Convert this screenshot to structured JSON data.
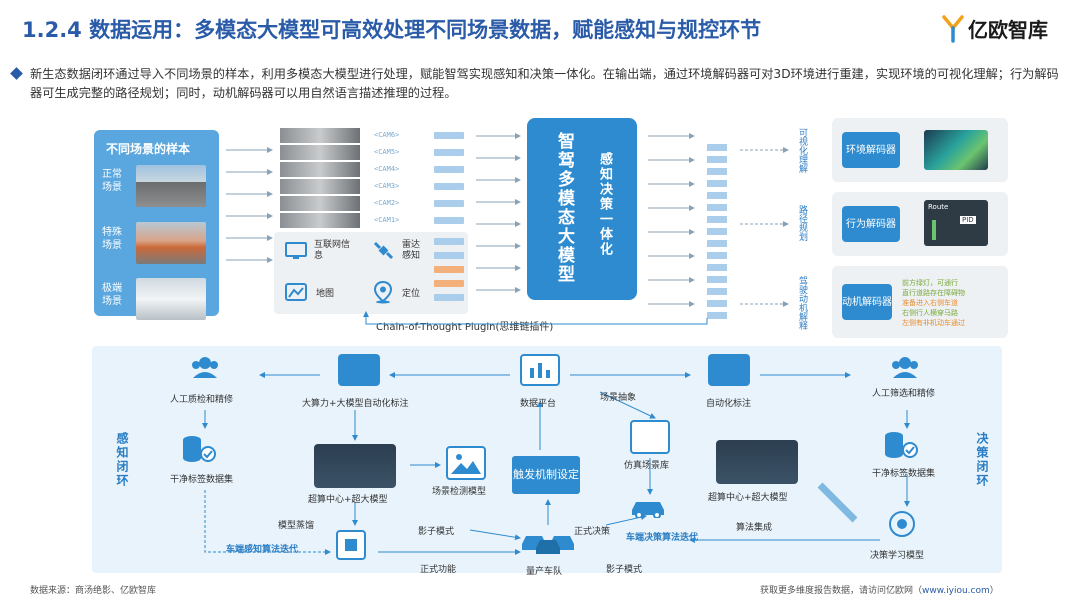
{
  "title": "1.2.4 数据运用：多模态大模型可高效处理不同场景数据，赋能感知与规控环节",
  "logo": {
    "text": "亿欧智库"
  },
  "intro": "新生态数据闭环通过导入不同场景的样本，利用多模态大模型进行处理，赋能智驾实现感知和决策一体化。在输出端，通过环境解码器可对3D环境进行重建，实现环境的可视化理解；行为解码器可生成完整的路径规划；同时，动机解码器可以用自然语言描述推理的过程。",
  "scenes": {
    "title": "不同场景的样本",
    "items": [
      {
        "label": "正常场景"
      },
      {
        "label": "特殊场景"
      },
      {
        "label": "极端场景"
      }
    ]
  },
  "cams": [
    "<CAM6>",
    "<CAM5>",
    "<CAM4>",
    "<CAM3>",
    "<CAM2>",
    "<CAM1>"
  ],
  "info": {
    "internet": "互联网信息",
    "radar": "雷达感知",
    "map": "地图",
    "location": "定位"
  },
  "model": {
    "left": "智驾多模态大模型",
    "right": "感知决策一体化"
  },
  "cot": "Chain-of-Thought Plugin(思维链插件)",
  "outputs": [
    {
      "label": "可视化理解",
      "decoder": "环境解码器"
    },
    {
      "label": "路径规划",
      "decoder": "行为解码器"
    },
    {
      "label": "驾驶动机解释",
      "decoder": "动机解码器"
    }
  ],
  "pid": {
    "route": "Route",
    "pid": "PID"
  },
  "motive_list": [
    "前方绿灯，可通行",
    "直行道路存在障碍物",
    "准备进入右侧车道",
    "右侧行人横穿马路",
    "左侧有非机动车通过"
  ],
  "loop": {
    "perception_label": "感知闭环",
    "decision_label": "决策闭环",
    "manual_qa": "人工质检和精修",
    "compute_label": "大算力+大模型自动化标注",
    "data_platform": "数据平台",
    "auto_label": "自动化标注",
    "manual_filter": "人工筛选和精修",
    "clean_data": "干净标签数据集",
    "sc_big_model_l": "超算中心+超大模型",
    "scene_model": "场景检测模型",
    "trigger": "触发机制设定",
    "sim_lib": "仿真场景库",
    "sc_big_model_r": "超算中心+超大模型",
    "clean_data_r": "干净标签数据集",
    "scene_extract": "场景抽象",
    "model_distill": "模型蒸馏",
    "shadow_mode_l": "影子模式",
    "formal_deploy": "正式决策",
    "vehicle_algo_decision": "车端决策算法迭代",
    "algo_integrate": "算法集成",
    "decision_model": "决策学习模型",
    "vehicle_perception": "车端感知算法迭代",
    "formal_function": "正式功能",
    "fleet": "量产车队",
    "shadow_mode_r": "影子模式"
  },
  "footer": {
    "source": "数据来源：商汤绝影、亿欧智库",
    "more": "获取更多维度报告数据，请访问亿欧网（",
    "url": "www.iyiou.com",
    "close": "）"
  },
  "colors": {
    "primary": "#2f8bcf",
    "title": "#2a5ba8",
    "panel": "#e8f3fb"
  }
}
